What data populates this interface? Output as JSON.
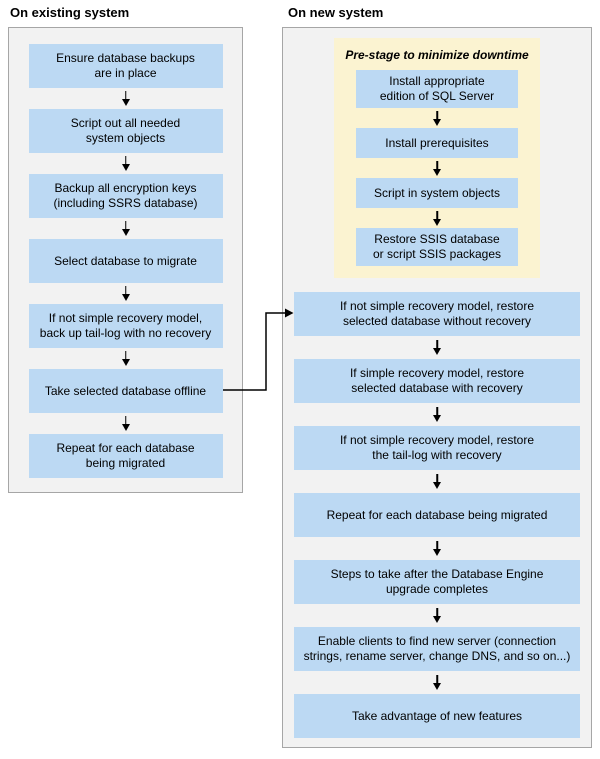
{
  "left": {
    "title": "On existing system",
    "steps": [
      "Ensure database backups\nare in place",
      "Script out all needed\nsystem objects",
      "Backup all encryption keys\n(including SSRS database)",
      "Select database to migrate",
      "If not simple recovery model,\nback up tail-log with no recovery",
      "Take selected database offline",
      "Repeat for each database\nbeing migrated"
    ]
  },
  "right": {
    "title": "On new system",
    "prestage": {
      "title": "Pre-stage to minimize downtime",
      "steps": [
        "Install appropriate\nedition of SQL Server",
        "Install prerequisites",
        "Script in system objects",
        "Restore SSIS database\nor script SSIS packages"
      ]
    },
    "steps": [
      "If not simple recovery model, restore\nselected database without recovery",
      "If simple recovery model, restore\nselected database with recovery",
      "If not simple recovery model, restore\nthe tail-log with recovery",
      "Repeat for each database being migrated",
      "Steps to take after the Database Engine\nupgrade completes",
      "Enable clients to find new server (connection\nstrings, rename server, change DNS, and so on...)",
      "Take advantage of new features"
    ]
  },
  "colors": {
    "step_fill": "#BCD9F3",
    "prestage_fill": "#FBF3D1",
    "panel_fill": "#F2F2F2",
    "panel_border": "#A6A6A6",
    "arrow": "#000000"
  }
}
